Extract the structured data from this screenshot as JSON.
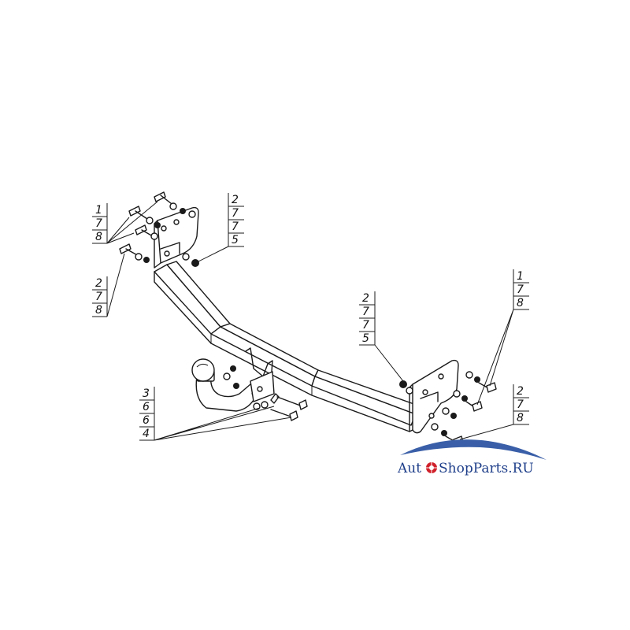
{
  "callouts": [
    {
      "id": "c1",
      "lines": [
        "1",
        "7",
        "8"
      ]
    },
    {
      "id": "c2",
      "lines": [
        "2",
        "7",
        "8"
      ]
    },
    {
      "id": "c3",
      "lines": [
        "2",
        "7",
        "7",
        "5"
      ]
    },
    {
      "id": "c4",
      "lines": [
        "2",
        "7",
        "7",
        "5"
      ]
    },
    {
      "id": "c5",
      "lines": [
        "1",
        "7",
        "8"
      ]
    },
    {
      "id": "c6",
      "lines": [
        "2",
        "7",
        "8"
      ]
    },
    {
      "id": "c7",
      "lines": [
        "3",
        "6",
        "6",
        "4"
      ]
    }
  ],
  "watermark": {
    "text_before": "Aut",
    "text_after": "ShopParts.RU",
    "brand_color": "#1f3f8a",
    "accent_color": "#d0202a",
    "icon": "wheel-icon"
  }
}
